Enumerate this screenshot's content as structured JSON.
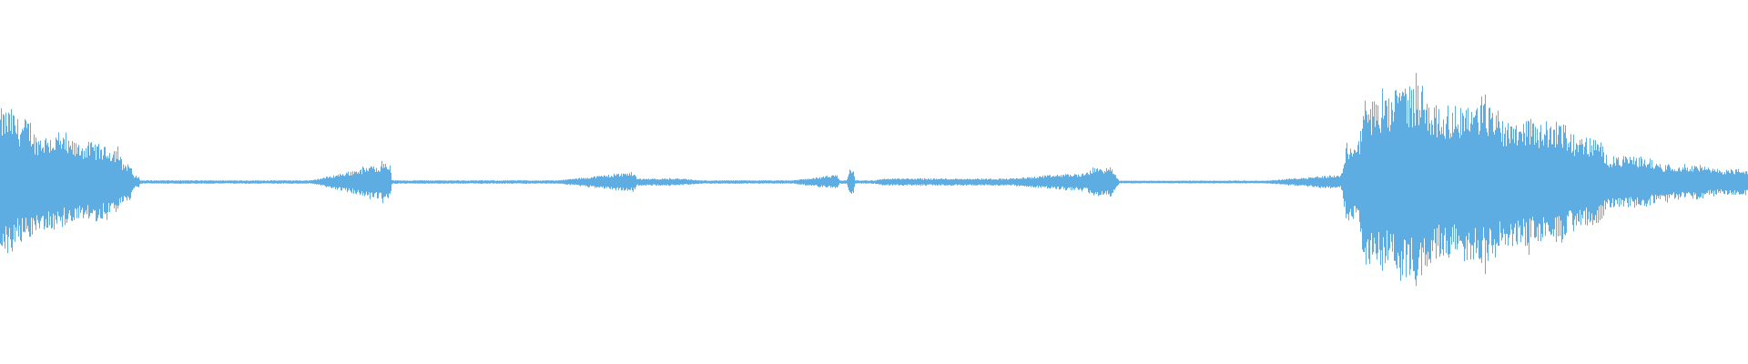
{
  "waveform": {
    "color": "#5dade2",
    "background": "#ffffff",
    "segments": [
      {
        "start": 0.0,
        "end": 0.01,
        "amp": 0.46
      },
      {
        "start": 0.01,
        "end": 0.02,
        "amp": 0.4
      },
      {
        "start": 0.02,
        "end": 0.04,
        "amp": 0.3
      },
      {
        "start": 0.04,
        "end": 0.06,
        "amp": 0.25
      },
      {
        "start": 0.06,
        "end": 0.07,
        "amp": 0.22
      },
      {
        "start": 0.07,
        "end": 0.076,
        "amp": 0.12
      },
      {
        "start": 0.076,
        "end": 0.08,
        "amp": 0.04
      },
      {
        "start": 0.08,
        "end": 0.22,
        "amp": 0.008
      },
      {
        "start": 0.22,
        "end": 0.224,
        "amp": 0.12
      },
      {
        "start": 0.224,
        "end": 0.36,
        "amp": 0.008
      },
      {
        "start": 0.36,
        "end": 0.364,
        "amp": 0.06
      },
      {
        "start": 0.364,
        "end": 0.4,
        "amp": 0.02
      },
      {
        "start": 0.4,
        "end": 0.476,
        "amp": 0.008
      },
      {
        "start": 0.476,
        "end": 0.48,
        "amp": 0.04
      },
      {
        "start": 0.48,
        "end": 0.486,
        "amp": 0.008
      },
      {
        "start": 0.486,
        "end": 0.489,
        "amp": 0.08
      },
      {
        "start": 0.489,
        "end": 0.505,
        "amp": 0.008
      },
      {
        "start": 0.505,
        "end": 0.61,
        "amp": 0.02
      },
      {
        "start": 0.61,
        "end": 0.625,
        "amp": 0.05
      },
      {
        "start": 0.625,
        "end": 0.64,
        "amp": 0.09
      },
      {
        "start": 0.64,
        "end": 0.76,
        "amp": 0.006
      },
      {
        "start": 0.76,
        "end": 0.77,
        "amp": 0.04
      },
      {
        "start": 0.77,
        "end": 0.78,
        "amp": 0.25
      },
      {
        "start": 0.78,
        "end": 0.8,
        "amp": 0.52
      },
      {
        "start": 0.8,
        "end": 0.82,
        "amp": 0.62
      },
      {
        "start": 0.82,
        "end": 0.84,
        "amp": 0.48
      },
      {
        "start": 0.84,
        "end": 0.86,
        "amp": 0.5
      },
      {
        "start": 0.86,
        "end": 0.88,
        "amp": 0.4
      },
      {
        "start": 0.88,
        "end": 0.9,
        "amp": 0.38
      },
      {
        "start": 0.9,
        "end": 0.92,
        "amp": 0.28
      },
      {
        "start": 0.92,
        "end": 0.95,
        "amp": 0.16
      },
      {
        "start": 0.95,
        "end": 0.98,
        "amp": 0.11
      },
      {
        "start": 0.98,
        "end": 1.0,
        "amp": 0.08
      }
    ]
  }
}
